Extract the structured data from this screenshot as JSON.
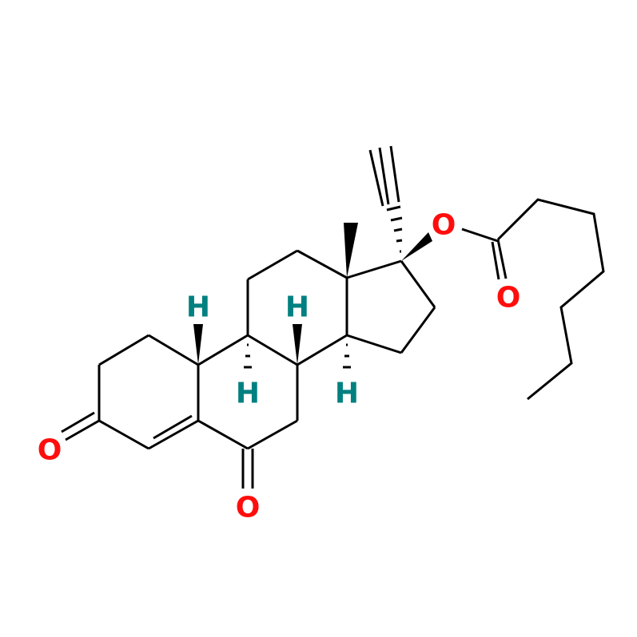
{
  "molecule": {
    "atom_labels": {
      "o_ketone_3": "O",
      "o_ketone_6": "O",
      "o_ester": "O",
      "o_carbonyl": "O",
      "h_10": "H",
      "h_9": "H",
      "h_8": "H",
      "h_14": "H"
    },
    "colors": {
      "oxygen": "#ff0d0d",
      "hydrogen": "#008080",
      "bond": "#000000"
    }
  }
}
